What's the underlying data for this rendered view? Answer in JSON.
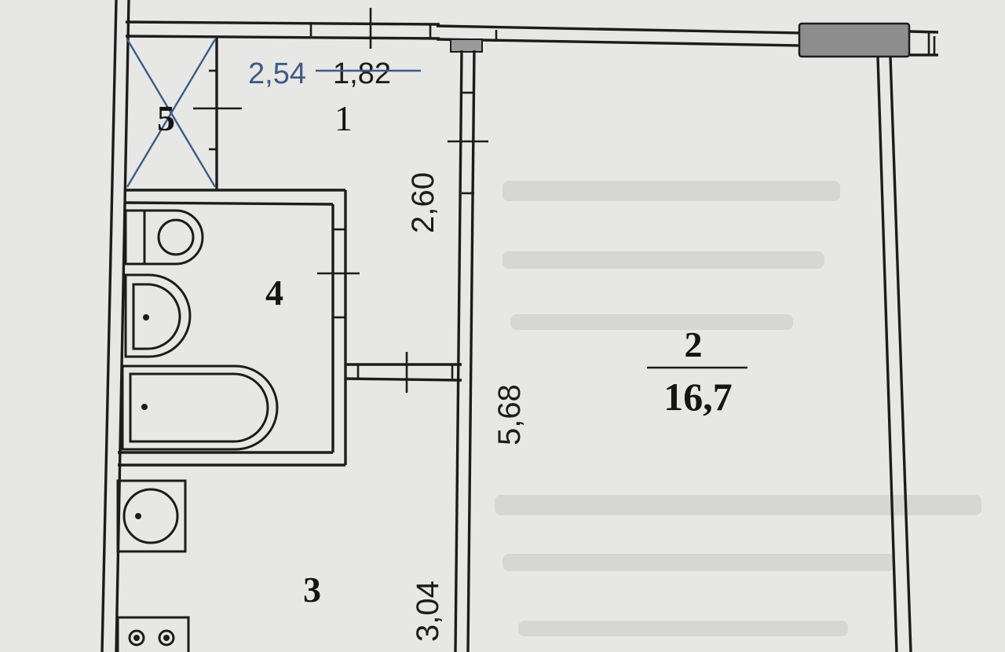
{
  "floor_plan": {
    "rooms": [
      {
        "number": "1"
      },
      {
        "number": "2",
        "area": "16,7"
      },
      {
        "number": "3"
      },
      {
        "number": "4"
      },
      {
        "number": "5"
      }
    ],
    "dimensions": {
      "hall_width_old": "2,54",
      "hall_width_new": "1,82",
      "hall_length": "2,60",
      "room_length": "5,68",
      "kitchen_length": "3,04"
    },
    "colors": {
      "paper": "#e7e8e5",
      "line": "#1c1c1c",
      "pen": "#3e5a86",
      "radiator": "#8d8d8d"
    }
  }
}
